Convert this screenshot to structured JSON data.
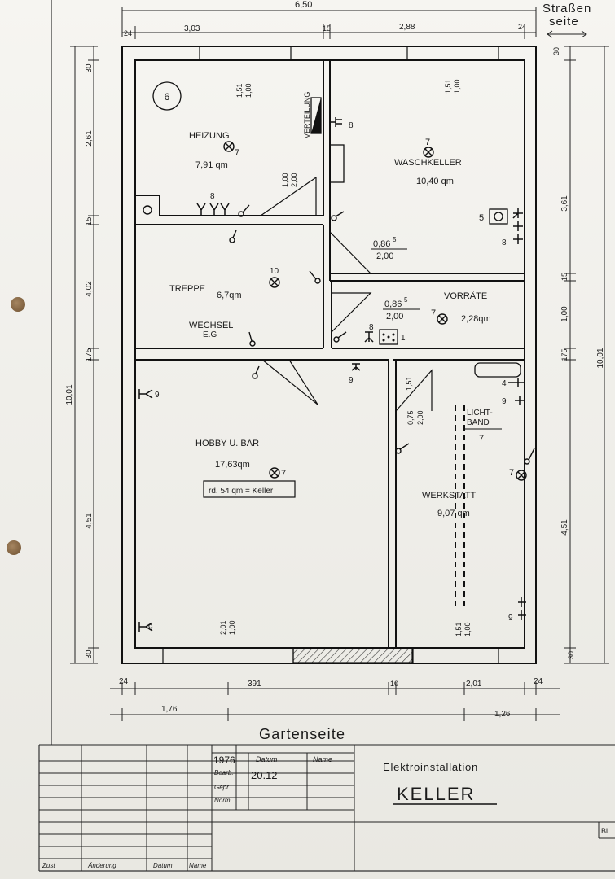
{
  "street_side": {
    "line1": "Straßen",
    "line2": "seite"
  },
  "garden_side": "Gartenseite",
  "title_block": {
    "year": "1976",
    "datum_label": "Datum",
    "name_label": "Name",
    "bearb_label": "Bearb.",
    "bearb_date": "20.12",
    "gepr_label": "Gepr.",
    "norm_label": "Norm",
    "subject": "Elektroinstallation",
    "title": "KELLER",
    "zust_label": "Zust",
    "aenderung_label": "Änderung",
    "rev_datum_label": "Datum",
    "rev_name_label": "Name",
    "sheet_label": "Bl."
  },
  "dimensions": {
    "overall_width": "6,50",
    "top_left_wall": "24",
    "top_left_room": "3,03",
    "top_mid_wall": "15",
    "top_right_room": "2,88",
    "top_right_wall": "24",
    "left_30_top": "30",
    "left_261": "2,61",
    "left_15": "15",
    "left_402": "4,02",
    "left_175": "175",
    "left_1001": "10,01",
    "left_451": "4,51",
    "left_30_bot": "30",
    "right_30_top": "30",
    "right_361": "3,61",
    "right_15": "15",
    "right_100": "1,00",
    "right_175": "175",
    "right_1001": "10,01",
    "right_451": "4,51",
    "right_30_bot": "30",
    "bottom_24_left": "24",
    "bottom_391": "391",
    "bottom_10": "10",
    "bottom_201": "2,01",
    "bottom_24_right": "24",
    "bottom_176": "1,76",
    "bottom_126": "1,26"
  },
  "rooms": {
    "heizung": {
      "name": "HEIZUNG",
      "area": "7,91 qm",
      "circle_number": "6"
    },
    "waschkeller": {
      "name": "WASCHKELLER",
      "area": "10,40 qm"
    },
    "treppe": {
      "name": "TREPPE",
      "area": "6,7qm"
    },
    "wechsel": {
      "line1": "WECHSEL",
      "line2": "E.G"
    },
    "vorrate": {
      "name": "VORRÄTE",
      "area": "2,28qm"
    },
    "hobby": {
      "name": "HOBBY U. BAR",
      "area": "17,63qm",
      "note": "rd. 54 qm = Keller"
    },
    "werkstatt": {
      "name": "WERKSTATT",
      "area": "9,07 qm",
      "lichtband_line1": "LICHT-",
      "lichtband_line2": "BAND"
    }
  },
  "labels": {
    "verteilung": "VERTEILUNG",
    "win_151": "1,51",
    "win_100": "1,00",
    "door_100": "1,00",
    "door_200": "2,00",
    "d_0865": "0,86",
    "d_sup5": "5",
    "d_200": "2,00",
    "d_075": "0,75",
    "d_201": "2,01"
  },
  "symbol_numbers": {
    "n1": "1",
    "n4": "4",
    "n5": "5",
    "n6": "6",
    "n7": "7",
    "n8": "8",
    "n9": "9",
    "n10": "10"
  }
}
